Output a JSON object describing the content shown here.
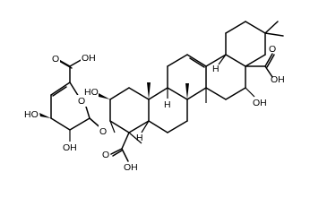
{
  "labels": {
    "cooh_sugar": "OH",
    "sugar_carbonyl_o": "O",
    "sugar_ring_o": "O",
    "sugar_oh_c4": "HO",
    "sugar_oh_c3": "OH",
    "glycosidic_o": "O",
    "c2_oh": "HO",
    "c16_oh": "OH",
    "c28_cooh_o": "O",
    "c28_cooh_oh": "OH",
    "c23_cooh_o": "O",
    "c23_cooh_oh": "OH",
    "h18": "H",
    "h9": "H",
    "h5": "H"
  }
}
